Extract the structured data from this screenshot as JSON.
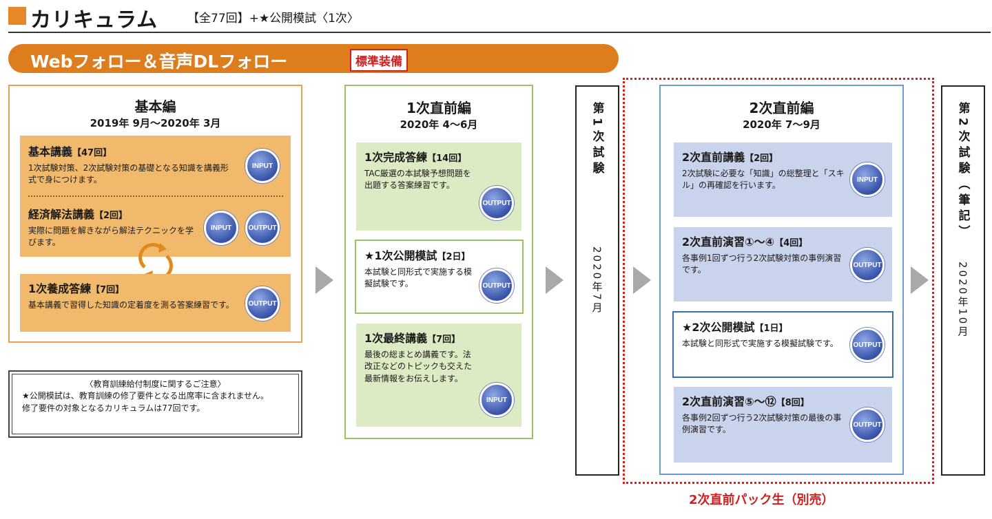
{
  "header": {
    "title": "カリキュラム",
    "subtitle": "【全77回】+★公開模試〈1次〉"
  },
  "banner": {
    "text": "Webフォロー＆音声DLフォロー",
    "badge": "標準装備"
  },
  "basic": {
    "title": "基本編",
    "date": "2019年 9月～2020年 3月",
    "cards": [
      {
        "name": "基本講義",
        "count": "【47回】",
        "desc": "1次試験対策、2次試験対策の基礎となる知識を講義形式で身につけます。",
        "icons": [
          "INPUT"
        ]
      },
      {
        "name": "経済解法講義",
        "count": "【2回】",
        "desc": "実際に問題を解きながら解法テクニックを学びます。",
        "icons": [
          "INPUT",
          "OUTPUT"
        ]
      },
      {
        "name": "1次養成答練",
        "count": "【7回】",
        "desc": "基本講義で習得した知識の定着度を測る答案練習です。",
        "icons": [
          "OUTPUT"
        ]
      }
    ]
  },
  "first_pre": {
    "title": "1次直前編",
    "date": "2020年 4～6月",
    "cards": [
      {
        "name": "1次完成答練",
        "count": "【14回】",
        "desc": "TAC厳選の本試験予想問題を出題する答案練習です。",
        "icons": [
          "OUTPUT"
        ]
      },
      {
        "name": "★1次公開模試",
        "count": "【2日】",
        "desc": "本試験と同形式で実施する模擬試験です。",
        "icons": [
          "OUTPUT"
        ]
      },
      {
        "name": "1次最終講義",
        "count": "【7回】",
        "desc": "最後の総まとめ講義です。法改正などのトピックも交えた最新情報をお伝えします。",
        "icons": [
          "INPUT"
        ]
      }
    ]
  },
  "exam1": {
    "label": "第1次試験",
    "date": "2020年7月"
  },
  "second_pre": {
    "title": "2次直前編",
    "date": "2020年 7～9月",
    "cards": [
      {
        "name": "2次直前講義",
        "count": "【2回】",
        "desc": "2次試験に必要な「知識」の総整理と「スキル」の再確認を行います。",
        "icons": [
          "INPUT"
        ]
      },
      {
        "name": "2次直前演習①～④",
        "count": "【4回】",
        "desc": "各事例1回ずつ行う2次試験対策の事例演習です。",
        "icons": [
          "OUTPUT"
        ]
      },
      {
        "name": "★2次公開模試",
        "count": "【1日】",
        "desc": "本試験と同形式で実施する模擬試験です。",
        "icons": [
          "OUTPUT"
        ]
      },
      {
        "name": "2次直前演習⑤～⑫",
        "count": "【8回】",
        "desc": "各事例2回ずつ行う2次試験対策の最後の事例演習です。",
        "icons": [
          "OUTPUT"
        ]
      }
    ]
  },
  "exam2": {
    "label": "第2次試験（筆記）",
    "date": "2020年10月"
  },
  "pack_label": "2次直前パック生（別売）",
  "note": {
    "heading": "〈教育訓練給付制度に関するご注意〉",
    "line1": "★公開模試は、教育訓練の修了要件となる出席率に含まれません。",
    "line2": "修了要件の対象となるカリキュラムは77回です。"
  },
  "colors": {
    "orange": "#dd7d1e",
    "red": "#d21f1f",
    "green": "#9ac462",
    "blue": "#6b9bd1"
  }
}
